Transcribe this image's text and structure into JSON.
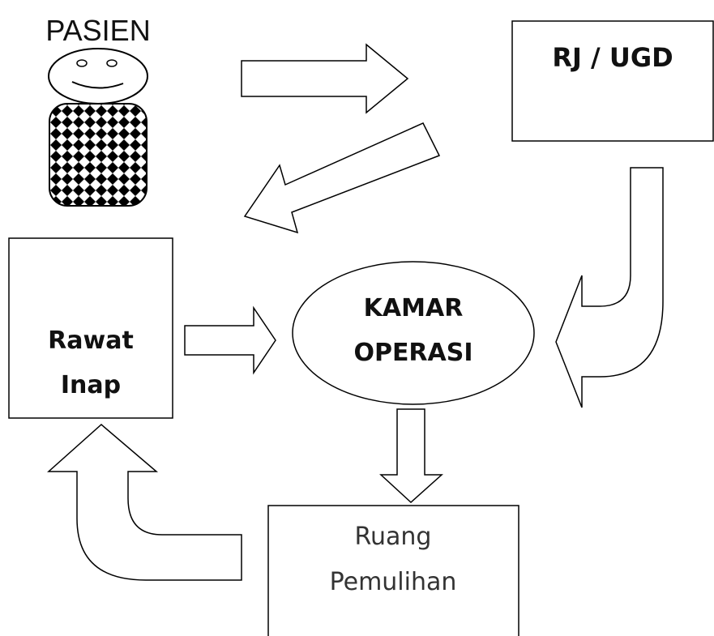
{
  "patient": {
    "label": "PASIEN"
  },
  "nodes": {
    "rj_ugd": {
      "label": "RJ / UGD"
    },
    "rawat_inap": {
      "line1": "Rawat",
      "line2": "Inap"
    },
    "kamar_operasi": {
      "line1": "KAMAR",
      "line2": "OPERASI"
    },
    "ruang_pemulihan": {
      "line1": "Ruang",
      "line2": "Pemulihan"
    }
  },
  "colors": {
    "stroke": "#000000",
    "fill": "#ffffff"
  }
}
